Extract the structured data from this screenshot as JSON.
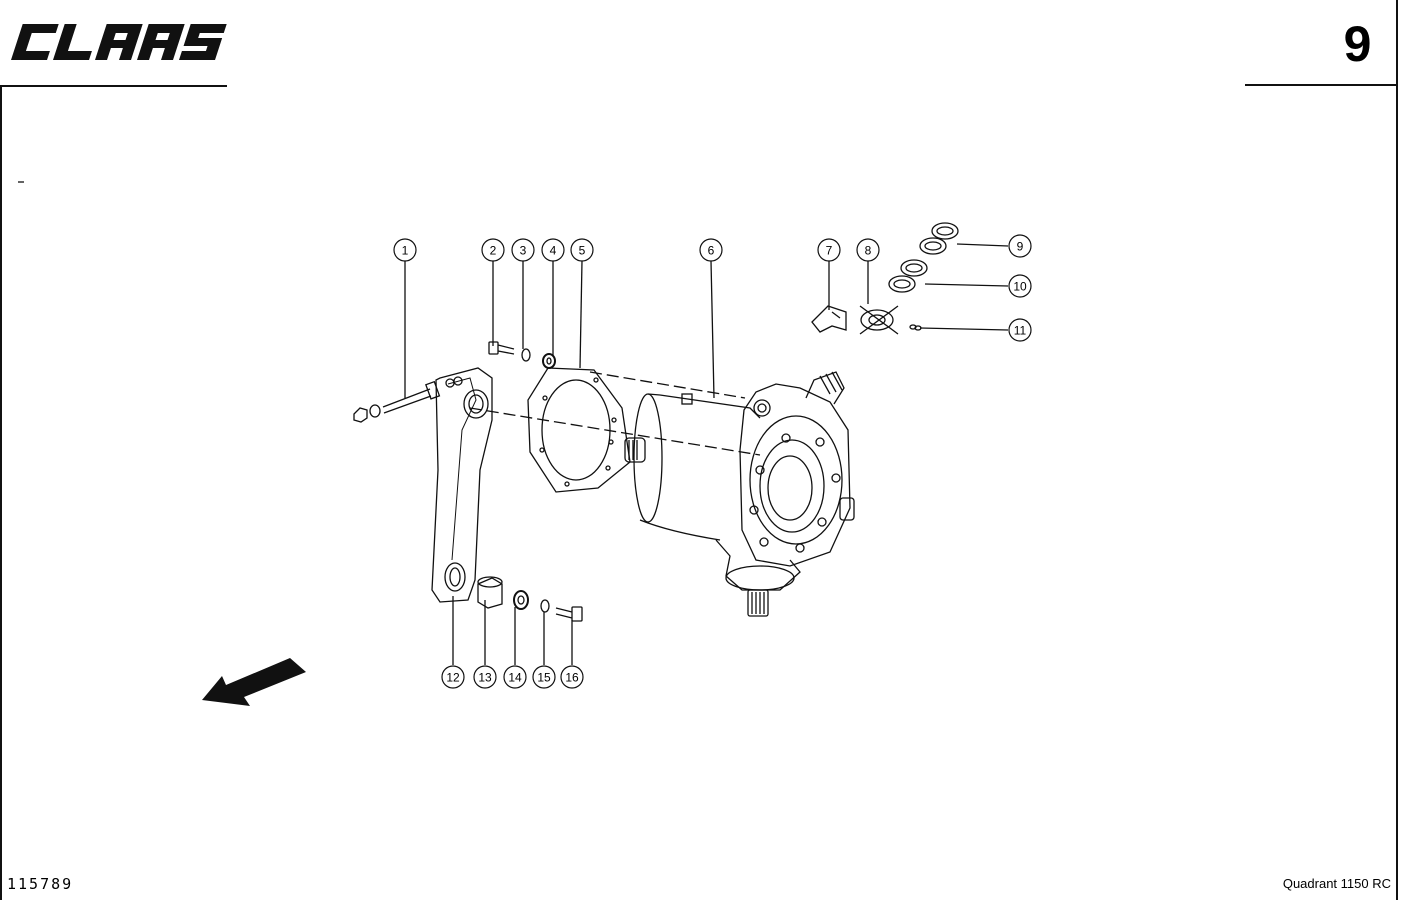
{
  "header": {
    "brand": "CLAAS",
    "page_number": "9"
  },
  "footer": {
    "drawing_number": "115789",
    "model": "Quadrant 1150 RC"
  },
  "callouts": [
    "1",
    "2",
    "3",
    "4",
    "5",
    "6",
    "7",
    "8",
    "9",
    "10",
    "11",
    "12",
    "13",
    "14",
    "15",
    "16"
  ],
  "colors": {
    "ink": "#111111",
    "paper": "#ffffff"
  }
}
